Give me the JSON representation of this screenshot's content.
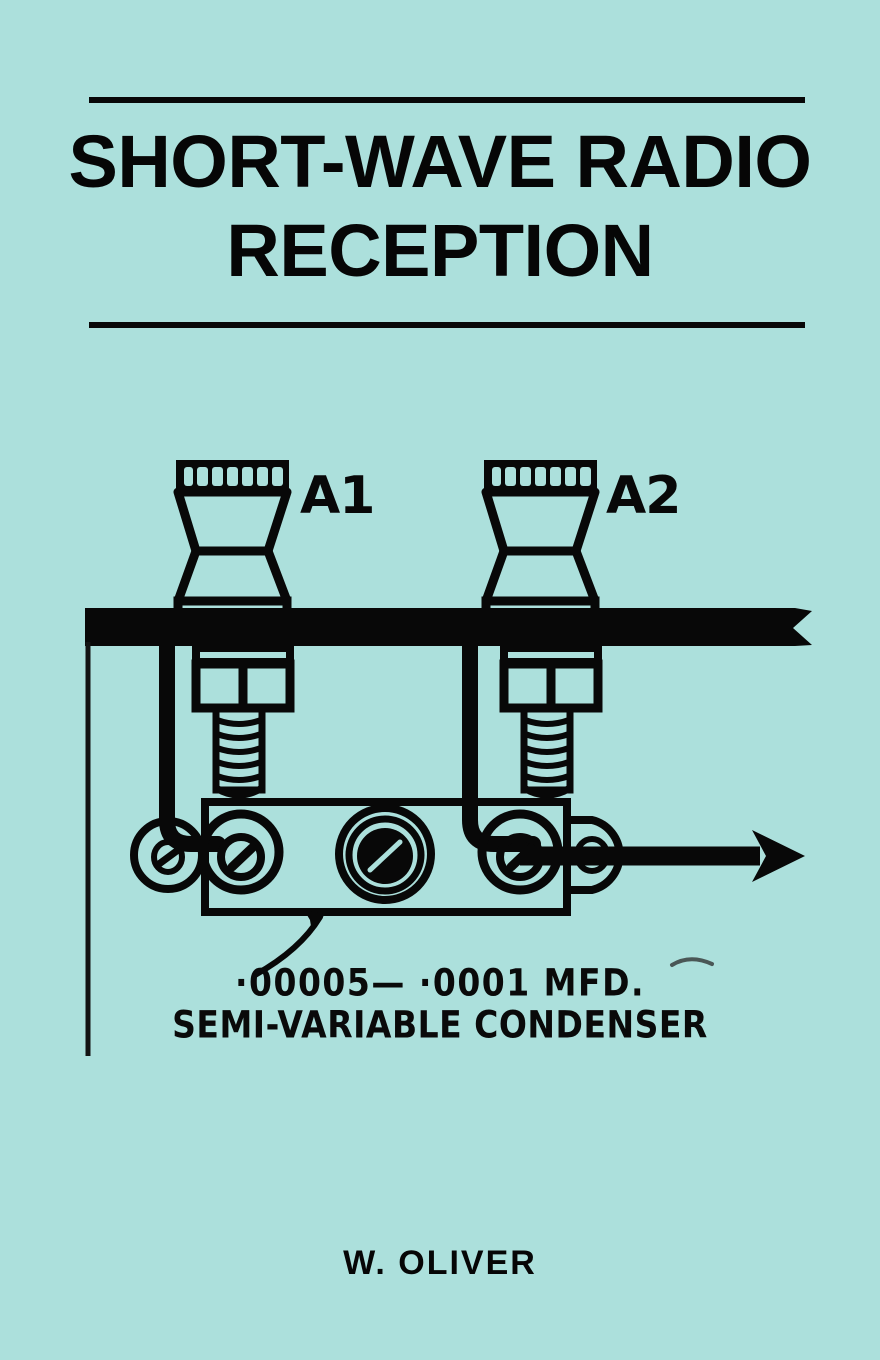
{
  "cover": {
    "background_color": "#ace0dc",
    "ink_color": "#080808"
  },
  "title": {
    "line1": "SHORT-WAVE RADIO",
    "line2": "RECEPTION"
  },
  "author": {
    "name": "W. OLIVER"
  },
  "illustration": {
    "labels": {
      "terminal_1": "A1",
      "terminal_2": "A2"
    },
    "caption_line1": "·00005— ·0001 MFD.",
    "caption_line2": "SEMI-VARIABLE CONDENSER"
  }
}
